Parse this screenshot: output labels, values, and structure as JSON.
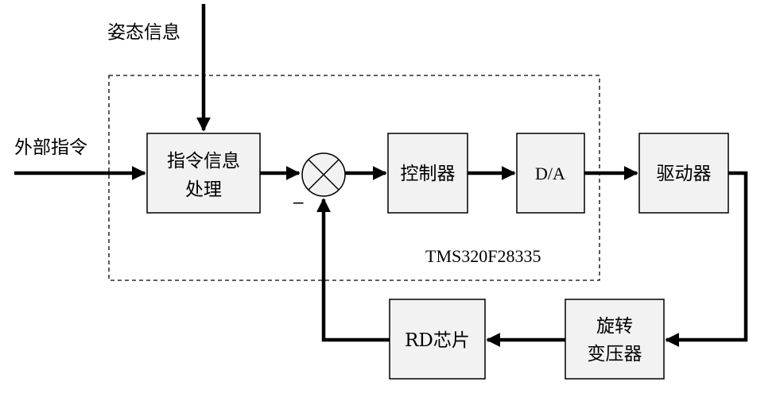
{
  "labels": {
    "attitude_info": "姿态信息",
    "external_command": "外部指令",
    "cmd_processing_line1": "指令信息",
    "cmd_processing_line2": "处理",
    "minus_sign": "−",
    "controller": "控制器",
    "dac": "D/A",
    "chip_name": "TMS320F28335",
    "driver": "驱动器",
    "resolver_line1": "旋转",
    "resolver_line2": "变压器",
    "rd_chip": "RD芯片"
  }
}
